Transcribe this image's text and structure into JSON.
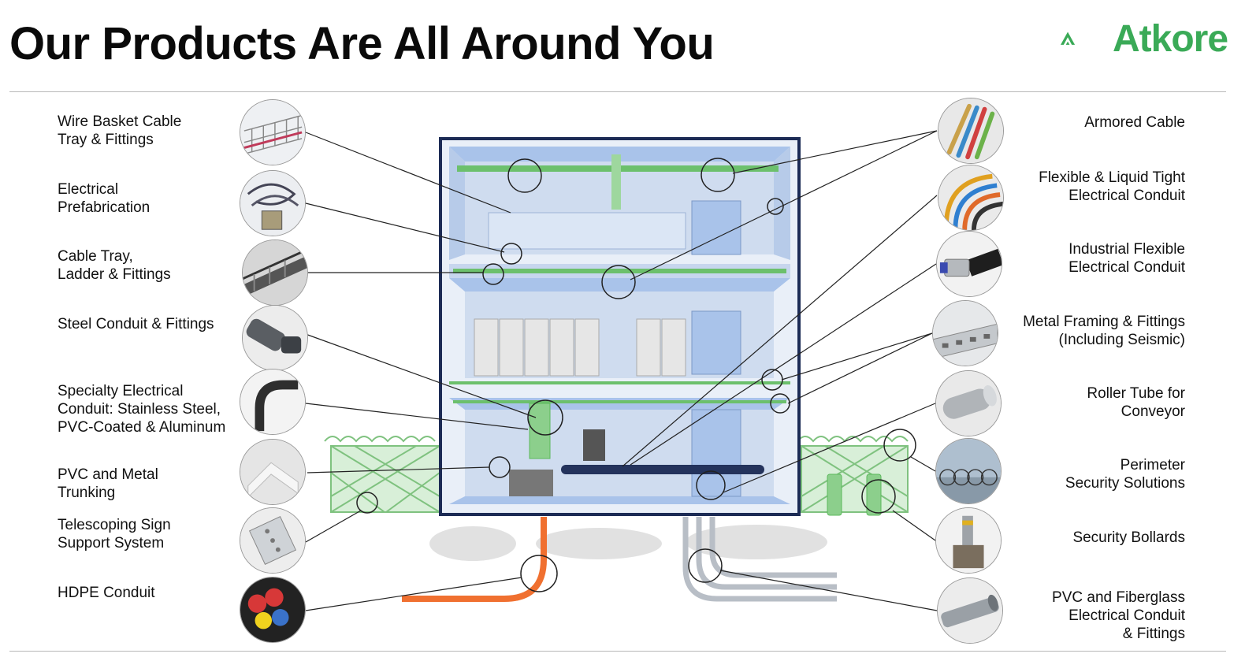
{
  "header": {
    "title": "Our Products Are All Around You",
    "brand": "Atkore"
  },
  "colors": {
    "brand_green": "#3aaa57",
    "building_outline": "#1c2b55",
    "room_blue": "#a9c3ea",
    "wall_light": "#cfdcef",
    "fixture_green": "#5cb85c",
    "hdpe_orange": "#f07030",
    "callout_line": "#222222"
  },
  "left_products": [
    {
      "label": "Wire Basket Cable\nTray & Fittings",
      "icon": "wire-basket-icon"
    },
    {
      "label": "Electrical\nPrefabrication",
      "icon": "prefab-cable-icon"
    },
    {
      "label": "Cable Tray,\nLadder & Fittings",
      "icon": "cable-tray-icon"
    },
    {
      "label": "Steel Conduit & Fittings",
      "icon": "steel-conduit-icon"
    },
    {
      "label": "Specialty Electrical\nConduit: Stainless Steel,\nPVC-Coated & Aluminum",
      "icon": "elbow-conduit-icon"
    },
    {
      "label": "PVC and Metal\nTrunking",
      "icon": "trunking-icon"
    },
    {
      "label": "Telescoping Sign\nSupport System",
      "icon": "sign-post-icon"
    },
    {
      "label": "HDPE Conduit",
      "icon": "hdpe-conduit-icon"
    }
  ],
  "right_products": [
    {
      "label": "Armored Cable",
      "icon": "armored-cable-icon"
    },
    {
      "label": "Flexible & Liquid Tight\nElectrical Conduit",
      "icon": "flexible-conduit-icon"
    },
    {
      "label": "Industrial Flexible\nElectrical Conduit",
      "icon": "industrial-flex-icon"
    },
    {
      "label": "Metal Framing & Fittings\n(Including Seismic)",
      "icon": "metal-framing-icon"
    },
    {
      "label": "Roller Tube for\nConveyor",
      "icon": "roller-tube-icon"
    },
    {
      "label": "Perimeter\nSecurity Solutions",
      "icon": "razor-wire-icon"
    },
    {
      "label": "Security Bollards",
      "icon": "bollard-icon"
    },
    {
      "label": "PVC and Fiberglass\nElectrical Conduit\n& Fittings",
      "icon": "pvc-conduit-icon"
    }
  ]
}
